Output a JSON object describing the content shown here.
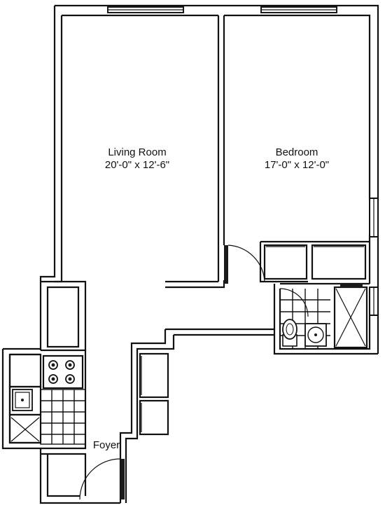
{
  "rooms": {
    "living_room": {
      "name": "Living Room",
      "dimensions": "20'-0\" x 12'-6\""
    },
    "bedroom": {
      "name": "Bedroom",
      "dimensions": "17'-0\" x 12'-0\""
    },
    "foyer": {
      "name": "Foyer"
    }
  },
  "colors": {
    "line": "#111111",
    "background": "#ffffff"
  }
}
